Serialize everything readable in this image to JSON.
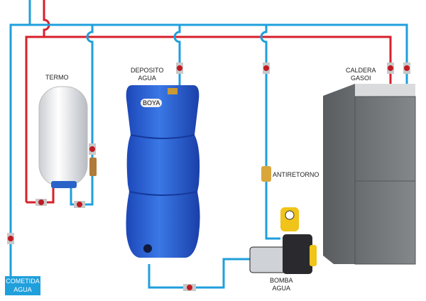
{
  "labels": {
    "termo": "TERMO",
    "deposito": [
      "DEPOSITO",
      "AGUA"
    ],
    "boya": "BOYA",
    "antiretorno": "ANTIRETORNO",
    "caldera": [
      "CALDERA",
      "GASOI"
    ],
    "bomba": [
      "BOMBA",
      "AGUA"
    ],
    "cometida": [
      "COMETIDA",
      "AGUA"
    ]
  },
  "colors": {
    "cold_pipe": "#1f9fdc",
    "hot_pipe": "#d7202a",
    "tank": "#2a5fd0",
    "boiler": "#6f7275",
    "termo": "#eef0f2"
  }
}
